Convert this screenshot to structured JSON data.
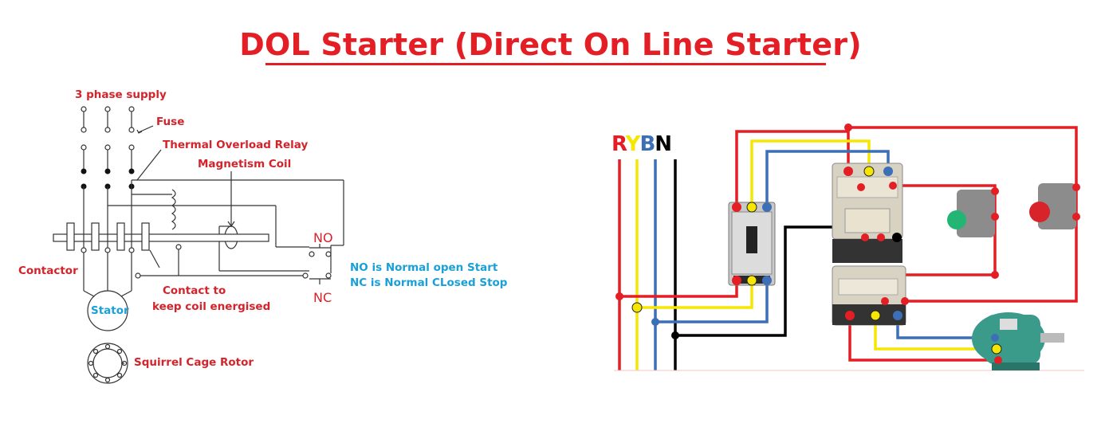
{
  "title": "DOL Starter (Direct On Line Starter)",
  "schematic": {
    "supply_label": "3 phase supply",
    "fuse_label": "Fuse",
    "overload_label": "Thermal Overload Relay",
    "coil_label": "Magnetism Coil",
    "contactor_label": "Contactor",
    "contact_label_line1": "Contact to",
    "contact_label_line2": "keep coil energised",
    "stator_label": "Stator",
    "rotor_label": "Squirrel Cage Rotor",
    "no_label": "NO",
    "nc_label": "NC",
    "note_line1": "NO is Normal open Start",
    "note_line2": "NC is Normal CLosed Stop"
  },
  "wiring": {
    "phases": [
      {
        "letter": "R",
        "color": "#e31e24"
      },
      {
        "letter": "Y",
        "color": "#f5e700"
      },
      {
        "letter": "B",
        "color": "#3d6fb6"
      },
      {
        "letter": "N",
        "color": "#000000"
      }
    ],
    "components": [
      "circuit-breaker",
      "contactor",
      "overload-relay",
      "start-button",
      "stop-button",
      "motor"
    ]
  }
}
